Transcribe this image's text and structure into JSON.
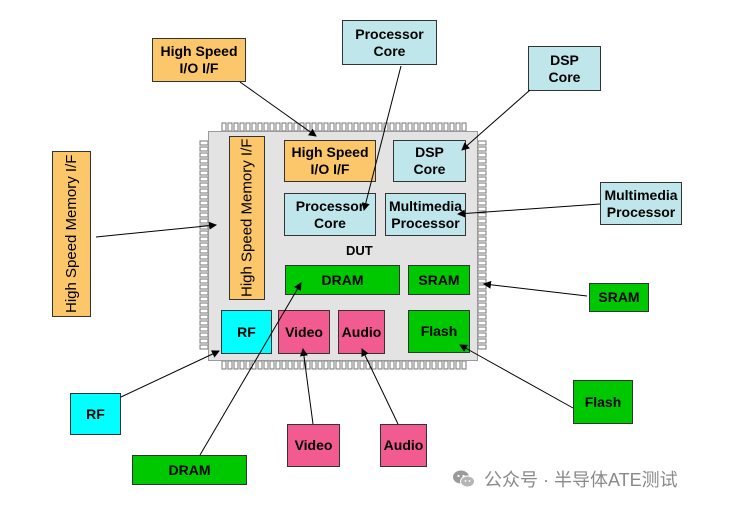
{
  "labels": {
    "dut": "DUT",
    "inner_hs_io": "High Speed\nI/O I/F",
    "inner_dsp": "DSP\nCore",
    "inner_proc": "Processor\nCore",
    "inner_mm": "Multimedia\nProcessor",
    "inner_hs_mem": "High Speed Memory I/F",
    "inner_dram": "DRAM",
    "inner_sram": "SRAM",
    "inner_rf": "RF",
    "inner_video": "Video",
    "inner_audio": "Audio",
    "inner_flash": "Flash",
    "ext_hs_io": "High Speed\nI/O I/F",
    "ext_proc": "Processor\nCore",
    "ext_dsp": "DSP\nCore",
    "ext_mm": "Multimedia\nProcessor",
    "ext_hs_mem": "High Speed Memory I/F",
    "ext_sram": "SRAM",
    "ext_flash": "Flash",
    "ext_rf": "RF",
    "ext_dram": "DRAM",
    "ext_video": "Video",
    "ext_audio": "Audio"
  },
  "watermark": "公众号 · 半导体ATE测试",
  "icons": [
    "wechat-icon"
  ],
  "colors": {
    "orange": "#fcc76b",
    "light_blue": "#bfe6ea",
    "cyan": "#00ffff",
    "green": "#00c800",
    "pink": "#f25b8f",
    "chip": "#e3e3e3"
  }
}
